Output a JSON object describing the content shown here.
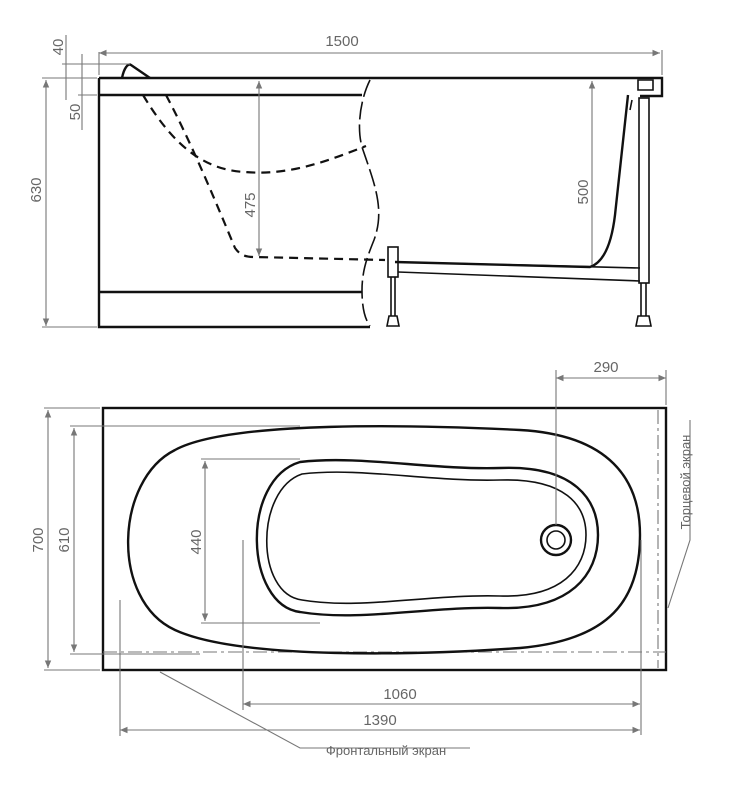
{
  "side_view": {
    "dim_length": "1500",
    "dim_lip_40": "40",
    "dim_rim_50": "50",
    "dim_height": "630",
    "dim_depth_475": "475",
    "dim_depth_500": "500"
  },
  "top_view": {
    "dim_drain_offset": "290",
    "dim_width": "700",
    "dim_inner_width": "610",
    "dim_bottom_width": "440",
    "dim_bottom_length": "1060",
    "dim_inner_length": "1390",
    "label_end_panel": "Торцевой экран",
    "label_front_panel": "Фронтальный экран"
  }
}
